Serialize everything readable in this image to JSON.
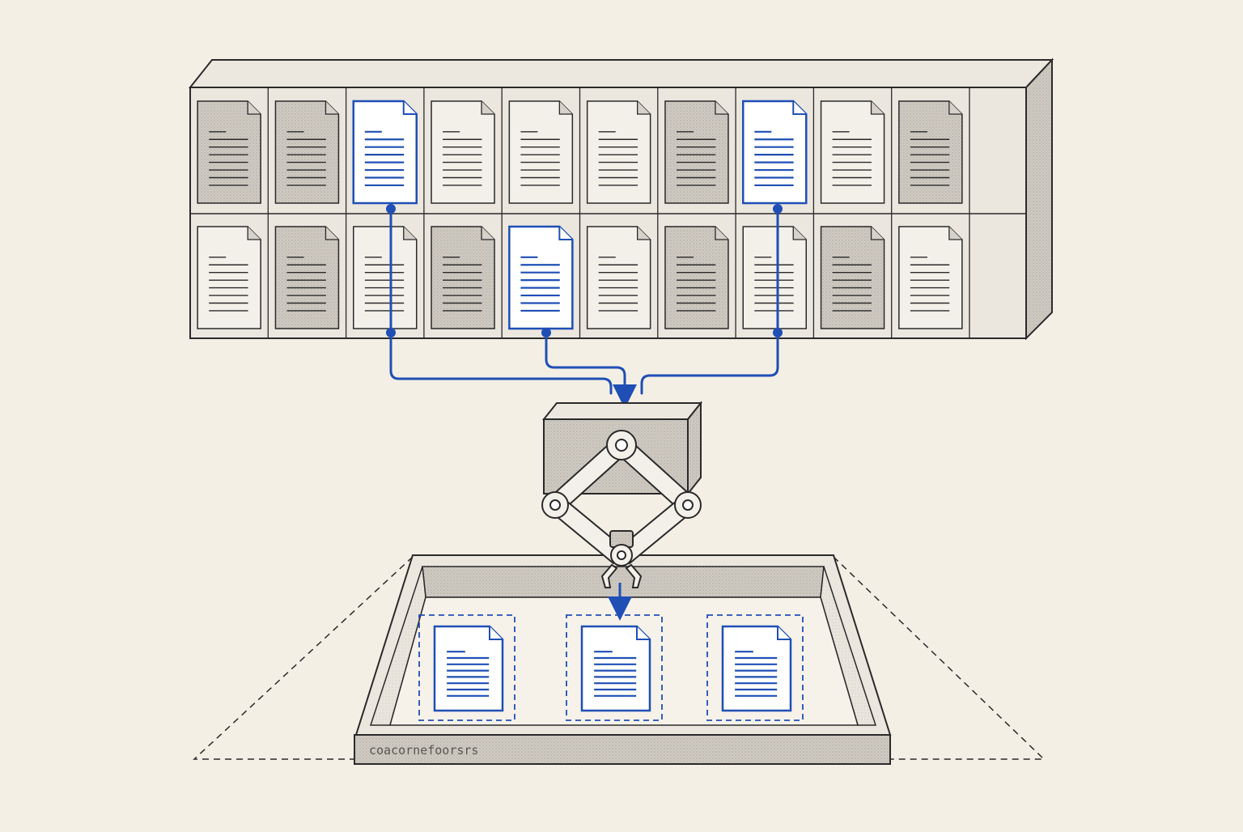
{
  "colors": {
    "background": "#f4efe5",
    "ink": "#2a2a2a",
    "highlight": "#1f4fb5",
    "doc_light": "#f3f0ea",
    "doc_dark": "#b7b3ac",
    "cabinet_face": "#e8e4dc",
    "cabinet_side": "#d3cfc7",
    "tray_inner": "#f6f2ea"
  },
  "icons": {
    "document": "document-icon",
    "robot_arm": "robot-arm-icon",
    "arrow": "arrow-down-icon"
  },
  "cabinet": {
    "rows": [
      {
        "docs": [
          {
            "shade": "dark"
          },
          {
            "shade": "dark"
          },
          {
            "shade": "selected"
          },
          {
            "shade": "light"
          },
          {
            "shade": "light"
          },
          {
            "shade": "light"
          },
          {
            "shade": "dark"
          },
          {
            "shade": "selected"
          },
          {
            "shade": "light"
          },
          {
            "shade": "dark"
          }
        ]
      },
      {
        "docs": [
          {
            "shade": "light"
          },
          {
            "shade": "dark"
          },
          {
            "shade": "light"
          },
          {
            "shade": "dark"
          },
          {
            "shade": "selected"
          },
          {
            "shade": "light"
          },
          {
            "shade": "dark"
          },
          {
            "shade": "light"
          },
          {
            "shade": "dark"
          },
          {
            "shade": "light"
          }
        ]
      }
    ]
  },
  "tray": {
    "selected_docs": 3,
    "edge_text": "coacornefoorsrs"
  }
}
